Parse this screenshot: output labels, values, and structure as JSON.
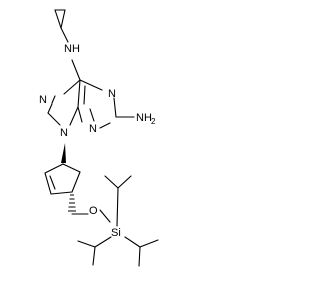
{
  "structure": {
    "atom_labels": {
      "nh_cyclopropyl": "N",
      "nh_cyclopropyl_h": "H",
      "n7": "N",
      "n1": "N",
      "n3": "N",
      "n9": "N",
      "nh2": "NH",
      "nh2_sub": "2",
      "o_ether": "O",
      "si": "Si"
    }
  },
  "colors": {
    "bond": "#000000",
    "text": "#000000",
    "background": "#ffffff"
  }
}
